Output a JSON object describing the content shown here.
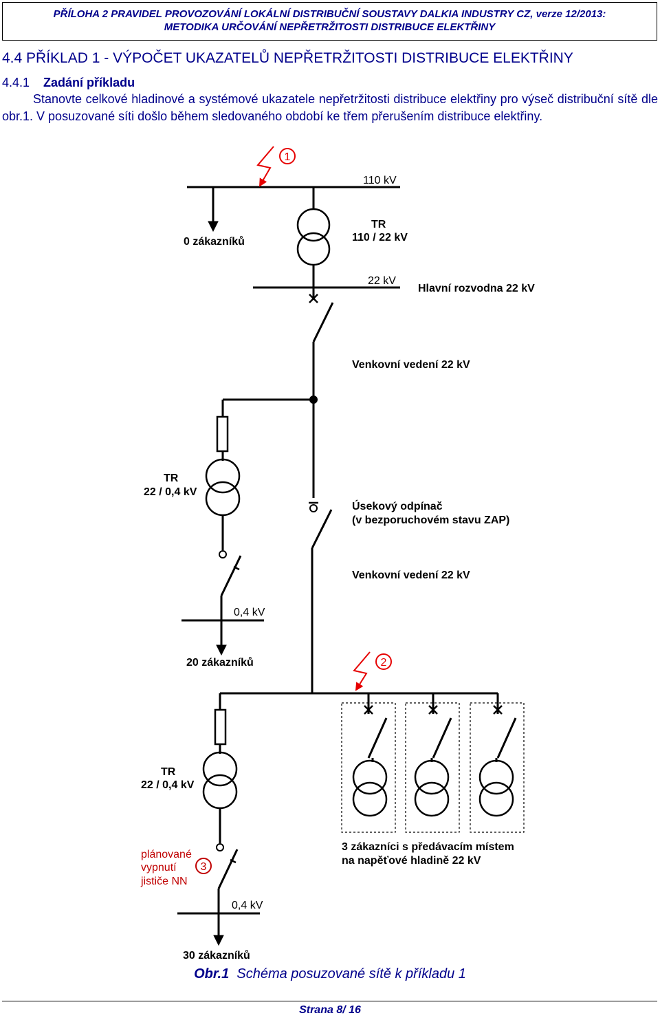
{
  "header": {
    "line1": "PŘÍLOHA 2  PRAVIDEL PROVOZOVÁNÍ LOKÁLNÍ DISTRIBUČNÍ SOUSTAVY  DALKIA INDUSTRY CZ, verze 12/2013:",
    "line2": "METODIKA URČOVÁNÍ NEPŘETRŽITOSTI DISTRIBUCE ELEKTŘINY"
  },
  "section": {
    "title": "4.4  PŘÍKLAD 1 - VÝPOČET UKAZATELŮ NEPŘETRŽITOSTI DISTRIBUCE ELEKTŘINY"
  },
  "subsection": {
    "number": "4.4.1",
    "title": "Zadání příkladu"
  },
  "paragraph": "Stanovte celkové hladinové a systémové ukazatele nepřetržitosti distribuce elektřiny pro výseč distribuční sítě dle obr.1. V posuzované síti došlo během sledovaného období ke třem přerušením distribuce elektřiny.",
  "diagram": {
    "event_1": "1",
    "event_2": "2",
    "event_3": "3",
    "bus_110": "110 kV",
    "customers_0": "0 zákazníků",
    "tr1_name": "TR",
    "tr1_ratio": "110 / 22 kV",
    "bus_22": "22 kV",
    "main_substation": "Hlavní rozvodna 22 kV",
    "overhead_line_1": "Venkovní vedení 22 kV",
    "tr2_name": "TR",
    "tr2_ratio": "22 / 0,4 kV",
    "section_switch_1": "Úsekový odpínač",
    "section_switch_2": "(v bezporuchovém stavu ZAP)",
    "overhead_line_2": "Venkovní vedení 22 kV",
    "bus_04_a": "0,4 kV",
    "customers_20": "20 zákazníků",
    "tr3_name": "TR",
    "tr3_ratio": "22 / 0,4 kV",
    "planned_1": "plánované",
    "planned_2": "vypnutí",
    "planned_3": "jističe NN",
    "mv_customers_1": "3 zákazníci s předávacím místem",
    "mv_customers_2": "na napěťové hladině 22 kV",
    "bus_04_b": "0,4 kV",
    "customers_30": "30 zákazníků",
    "colors": {
      "ink": "#000000",
      "fault": "#e60000",
      "planned": "#c00000"
    }
  },
  "caption": {
    "label": "Obr.1",
    "text": "Schéma posuzované sítě k příkladu 1"
  },
  "footer": {
    "page": "Strana  8/ 16"
  }
}
